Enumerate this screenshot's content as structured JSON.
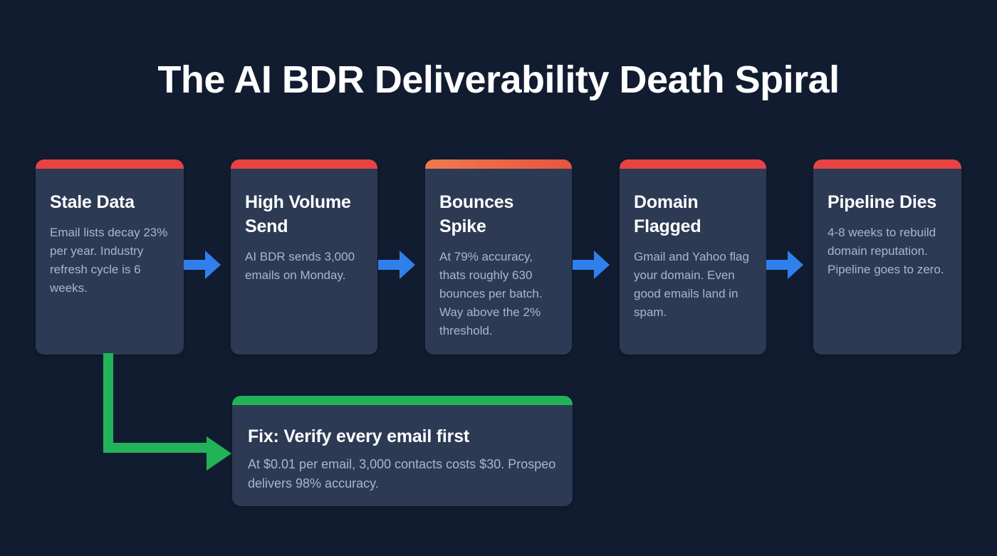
{
  "page": {
    "title": "The AI BDR Deliverability Death Spiral",
    "background_color": "#111c30",
    "card_background_color": "#2c3a54",
    "body_text_color": "#acb6c8",
    "arrow_color": "#2f80ed",
    "fix_accent_color": "#22b358"
  },
  "stages": [
    {
      "title": "Stale Data",
      "description": "Email lists decay 23% per year. Industry refresh cycle is 6 weeks.",
      "accent_color": "#e84343",
      "accent_color_end": "#e84343"
    },
    {
      "title": "High Volume Send",
      "description": "AI BDR sends 3,000 emails on Monday.",
      "accent_color": "#e84343",
      "accent_color_end": "#e84343"
    },
    {
      "title": "Bounces Spike",
      "description": "At 79% accuracy, thats roughly 630 bounces per batch. Way above the 2% threshold.",
      "accent_color": "#ef7a4e",
      "accent_color_end": "#e8543f"
    },
    {
      "title": "Domain Flagged",
      "description": "Gmail and Yahoo flag your domain. Even good emails land in spam.",
      "accent_color": "#e84343",
      "accent_color_end": "#e84343"
    },
    {
      "title": "Pipeline Dies",
      "description": "4-8 weeks to rebuild domain reputation. Pipeline goes to zero.",
      "accent_color": "#e84343",
      "accent_color_end": "#e84343"
    }
  ],
  "arrows": [
    {
      "name": "arrow-stale-to-highvolume",
      "icon": "right-arrow-icon",
      "color": "#2f80ed"
    },
    {
      "name": "arrow-highvolume-to-bounces",
      "icon": "right-arrow-icon",
      "color": "#2f80ed"
    },
    {
      "name": "arrow-bounces-to-domain",
      "icon": "right-arrow-icon",
      "color": "#2f80ed"
    },
    {
      "name": "arrow-domain-to-pipeline",
      "icon": "right-arrow-icon",
      "color": "#2f80ed"
    }
  ],
  "branch": {
    "icon": "elbow-right-arrow-icon",
    "color": "#22b358",
    "from": "Stale Data",
    "to": "Fix: Verify every email first"
  },
  "fix": {
    "title": "Fix: Verify every email first",
    "description": "At $0.01 per email, 3,000 contacts costs $30. Prospeo delivers 98% accuracy.",
    "accent_color": "#22b358"
  }
}
